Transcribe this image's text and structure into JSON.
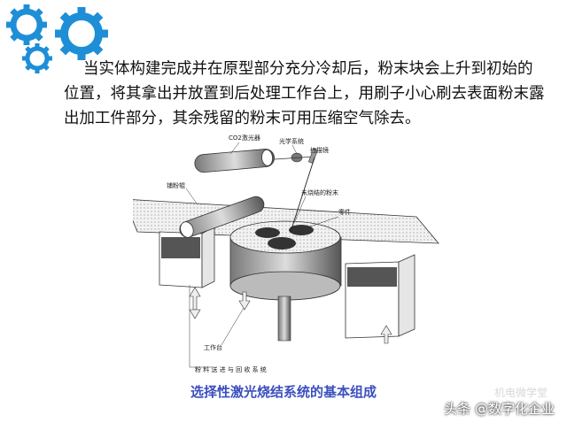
{
  "paragraph": "当实体构建完成并在原型部分充分冷却后，粉末块会上升到初始的位置，将其拿出并放置到后处理工作台上，用刷子小心刷去表面粉末露出加工件部分，其余残留的粉末可用压缩空气除去。",
  "figure": {
    "labels": {
      "laser": "CO2激光器",
      "optics": "光学系统",
      "scanner": "扫描镜",
      "roller": "铺粉辊",
      "unsintered": "未烧结的粉末",
      "part": "零件",
      "platform": "工作台",
      "feed_system": "粉 料 送 进 与 回 收 系 统"
    }
  },
  "caption": "选择性激光烧结系统的基本组成",
  "watermark": "头条 @数字化企业",
  "watermark_faint": "机电微学堂",
  "colors": {
    "gear": "#1e8fd6",
    "caption": "#3b4fbf"
  }
}
